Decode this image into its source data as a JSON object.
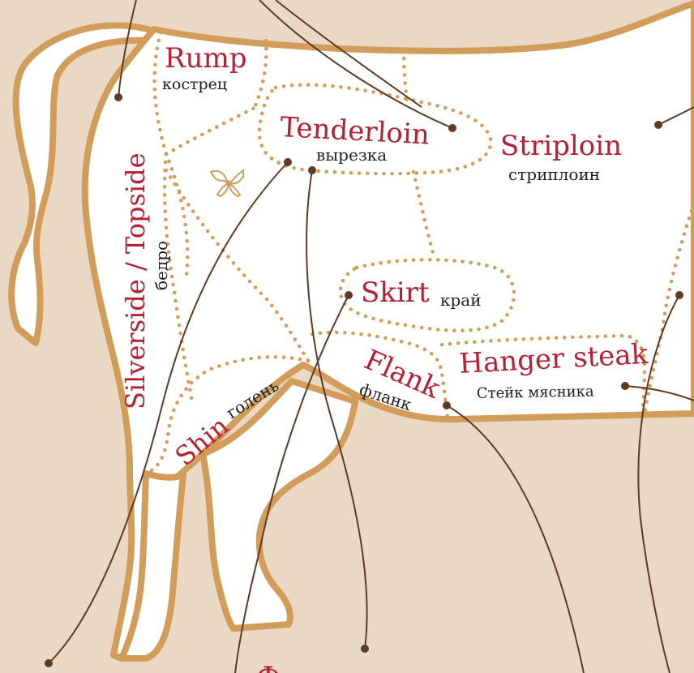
{
  "colors": {
    "background": "#e9d9c4",
    "outline": "#d29c5a",
    "body_fill": "#ffffff",
    "label_en": "#b52033",
    "label_ru": "#1e1e1e",
    "guide_line": "#5e3a24"
  },
  "icon": "fleur-cross-icon",
  "cuts": {
    "rump": {
      "en": "Rump",
      "ru": "кострец"
    },
    "tenderloin": {
      "en": "Tenderloin",
      "ru": "вырезка"
    },
    "striploin": {
      "en": "Striploin",
      "ru": "стриплоин"
    },
    "silverside": {
      "en": "Silverside / Topside",
      "ru": "бедро"
    },
    "skirt": {
      "en": "Skirt",
      "ru": "край"
    },
    "flank": {
      "en": "Flank",
      "ru": "фланк"
    },
    "hanger": {
      "en": "Hanger steak",
      "ru": "Стейк мясника"
    },
    "shin": {
      "en": "Shin",
      "ru": "голень"
    }
  },
  "partial_label": "Ф"
}
